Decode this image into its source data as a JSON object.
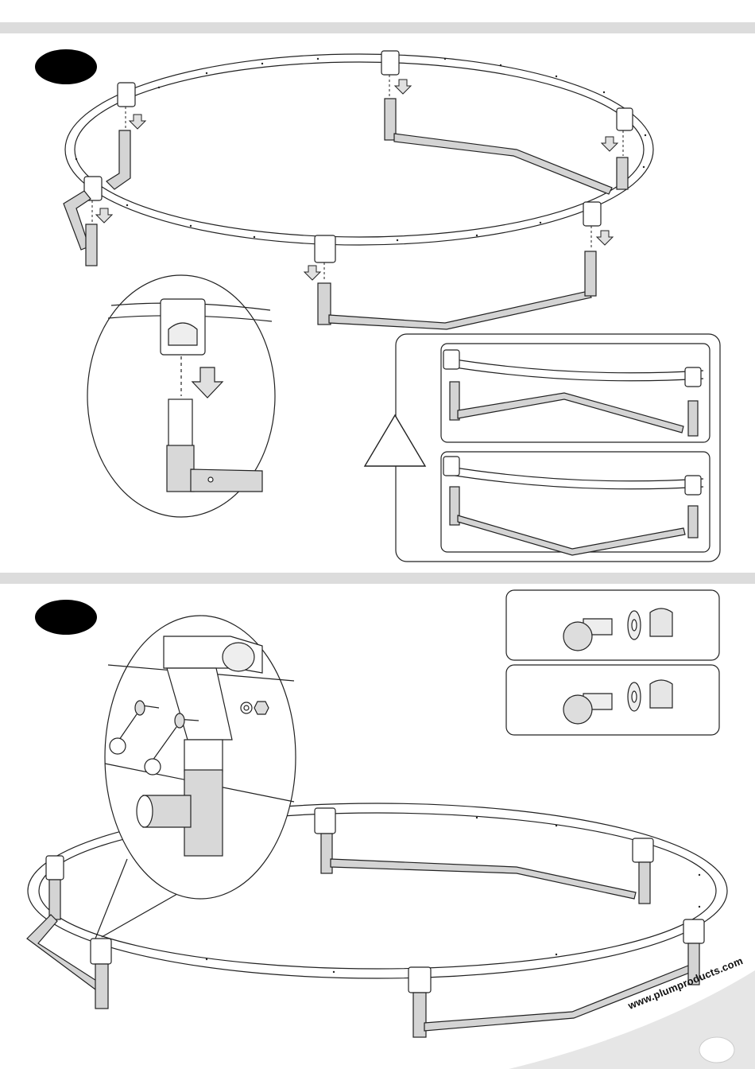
{
  "footer": {
    "website": "www.plumproducts.com"
  },
  "steps": [
    {
      "id": "step-a",
      "number": ""
    },
    {
      "id": "step-b",
      "number": ""
    }
  ],
  "hardware": [
    {
      "id": "bolt-set-1",
      "label": ""
    },
    {
      "id": "bolt-set-2",
      "label": ""
    }
  ],
  "colors": {
    "line": "#222222",
    "tube_fill": "#cfcfcf",
    "band": "#dcdcdc",
    "footer_swoosh": "#e6e6e6"
  }
}
